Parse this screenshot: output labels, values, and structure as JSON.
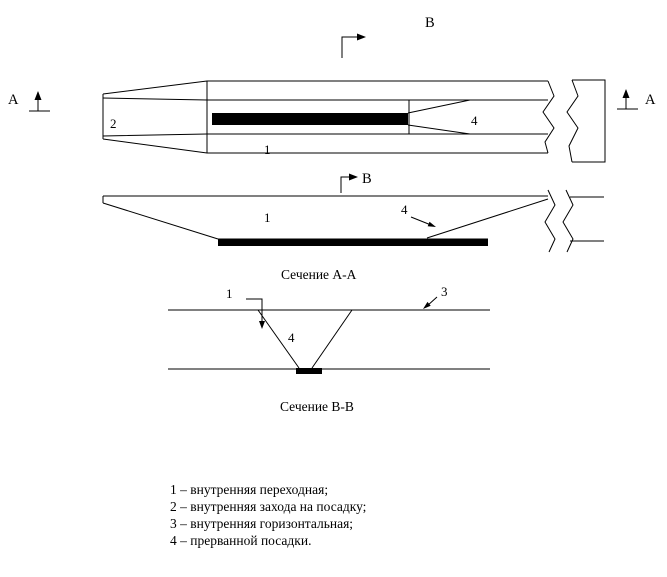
{
  "page": {
    "background": "#ffffff",
    "ink": "#000000"
  },
  "figure": {
    "top_view": {
      "section_label_b": "В",
      "section_label_a_left": "А",
      "section_label_a_right": "А",
      "callout_2": "2",
      "callout_1": "1",
      "callout_4": "4"
    },
    "side_view": {
      "section_label_b": "В",
      "callout_1": "1",
      "callout_4": "4"
    },
    "section_aa": {
      "caption": "Сечение А-А"
    },
    "section_bb": {
      "caption": "Сечение В-В",
      "callout_1": "1",
      "callout_3": "3",
      "callout_4": "4"
    },
    "legend": {
      "items": [
        "1 – внутренняя переходная;",
        "2 – внутренняя захода на посадку;",
        "3 – внутренняя горизонтальная;",
        "4 – прерванной посадки."
      ]
    }
  }
}
